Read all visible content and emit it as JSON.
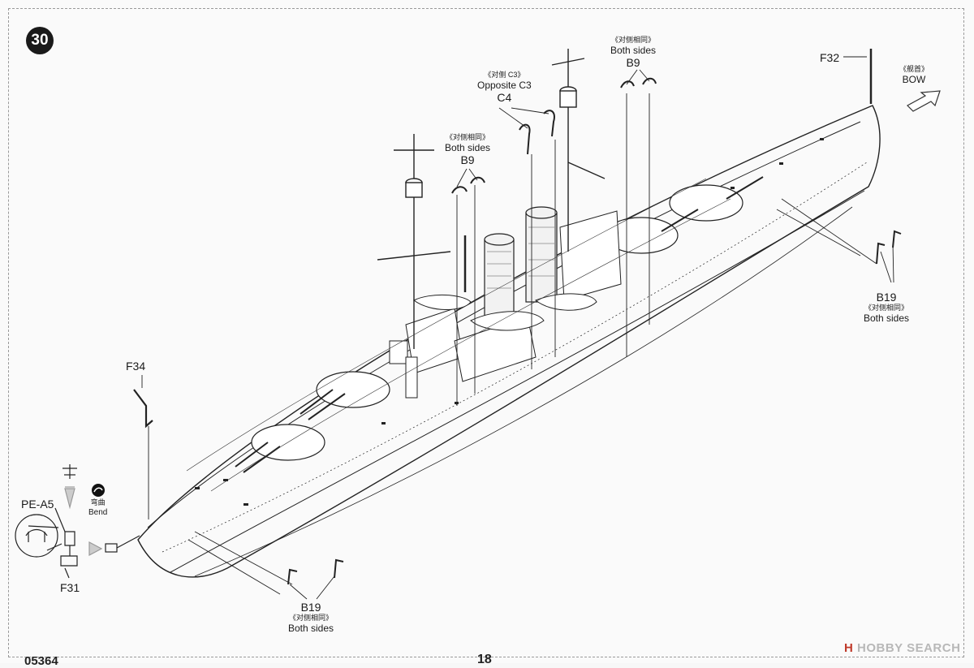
{
  "step": "30",
  "labels": {
    "b9_top_cn": "《对侧相同》",
    "b9_top_en": "Both sides",
    "b9_top_part": "B9",
    "c3_cn": "《对侧 C3》",
    "c3_en": "Opposite C3",
    "c4_part": "C4",
    "b9_mid_cn": "《对侧相同》",
    "b9_mid_en": "Both sides",
    "b9_mid_part": "B9",
    "f32_part": "F32",
    "bow_cn": "《舰首》",
    "bow_en": "BOW",
    "b19_right_part": "B19",
    "b19_right_cn": "《对侧相同》",
    "b19_right_en": "Both sides",
    "f34_part": "F34",
    "pea5_part": "PE-A5",
    "bend_cn": "弯曲",
    "bend_en": "Bend",
    "f31_part": "F31",
    "b19_bottom_part": "B19",
    "b19_bottom_cn": "《对侧相同》",
    "b19_bottom_en": "Both sides"
  },
  "footer": {
    "code": "05364",
    "page": "18"
  },
  "watermark": {
    "brand": "H",
    "text": "HOBBY SEARCH"
  }
}
